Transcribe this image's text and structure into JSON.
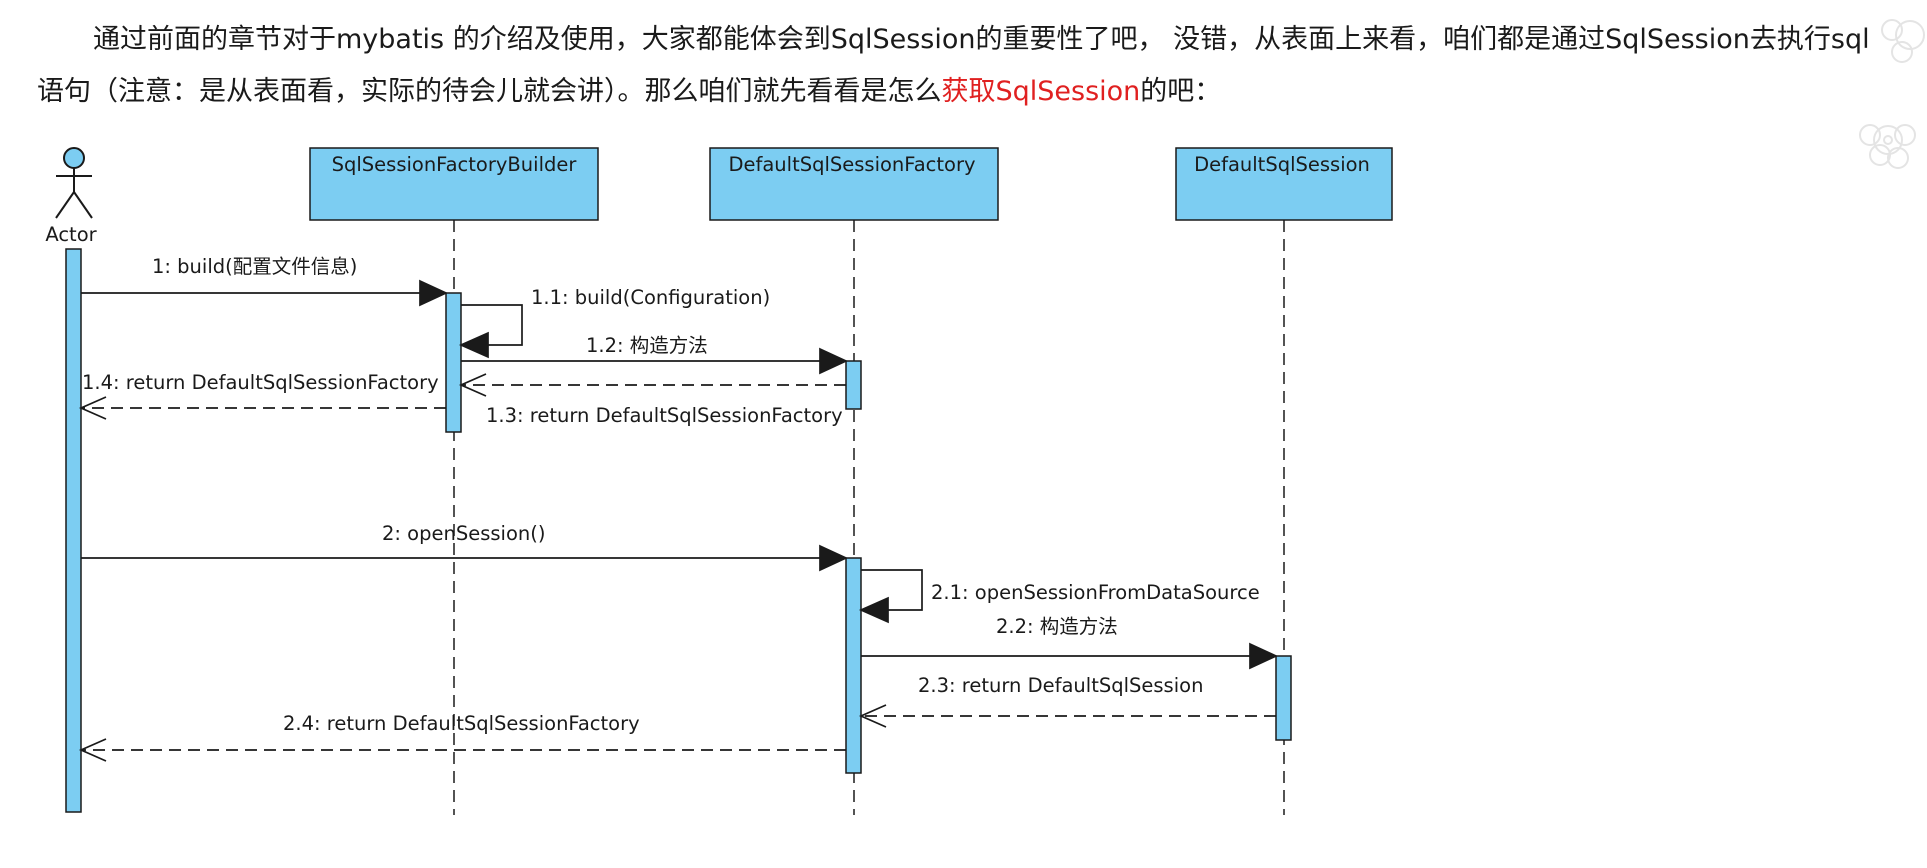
{
  "intro": {
    "line1": "通过前面的章节对于mybatis 的介绍及使用，大家都能体会到SqlSession的重要性了吧， 没错，从表面上来看，咱们都是通过SqlSession去执行sql",
    "line2_prefix": "语句（注意：是从表面看，实际的待会儿就会讲）。那么咱们就先看看是怎么",
    "line2_highlight": "获取SqlSession",
    "line2_suffix": "的吧："
  },
  "diagram": {
    "actor": "Actor",
    "participants": [
      "SqlSessionFactoryBuilder",
      "DefaultSqlSessionFactory",
      "DefaultSqlSession"
    ],
    "messages": [
      {
        "label": "1: build(配置文件信息)",
        "kind": "sync"
      },
      {
        "label": "1.1: build(Configuration)",
        "kind": "self"
      },
      {
        "label": "1.2: 构造方法",
        "kind": "sync"
      },
      {
        "label": "1.3: return DefaultSqlSessionFactory",
        "kind": "return"
      },
      {
        "label": "1.4: return DefaultSqlSessionFactory",
        "kind": "return"
      },
      {
        "label": "2: openSession()",
        "kind": "sync"
      },
      {
        "label": "2.1: openSessionFromDataSource",
        "kind": "self"
      },
      {
        "label": "2.2: 构造方法",
        "kind": "sync"
      },
      {
        "label": "2.3: return DefaultSqlSession",
        "kind": "return"
      },
      {
        "label": "2.4: return DefaultSqlSessionFactory",
        "kind": "return"
      }
    ]
  },
  "colors": {
    "box_fill": "#7ccdf2",
    "line": "#1a1a1a",
    "highlight": "#e02020"
  }
}
